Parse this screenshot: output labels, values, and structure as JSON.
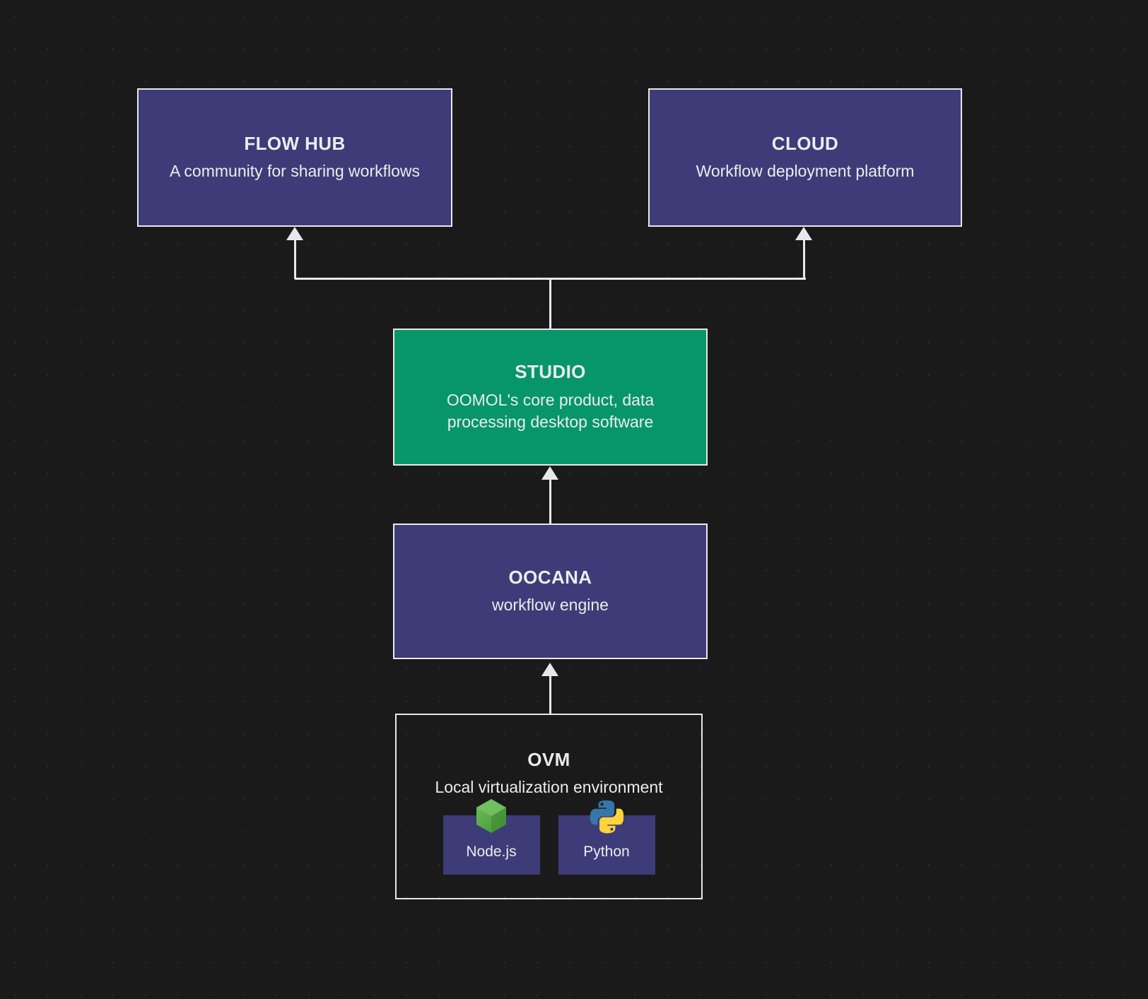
{
  "diagram": {
    "background_color": "#1a1a1a",
    "grid": "dotted",
    "nodes": [
      {
        "id": "flow-hub",
        "title": "FLOW HUB",
        "subtitle": "A community for sharing workflows",
        "color": "#3d3c78",
        "border_color": "#e8e8ec"
      },
      {
        "id": "cloud",
        "title": "CLOUD",
        "subtitle": "Workflow deployment platform",
        "color": "#3d3c78",
        "border_color": "#e8e8ec"
      },
      {
        "id": "studio",
        "title": "STUDIO",
        "subtitle": "OOMOL's core product, data processing desktop software",
        "color": "#079669",
        "border_color": "#e8e8ec"
      },
      {
        "id": "oocana",
        "title": "OOCANA",
        "subtitle": "workflow engine",
        "color": "#3d3c78",
        "border_color": "#e8e8ec"
      },
      {
        "id": "ovm",
        "title": "OVM",
        "subtitle": "Local virtualization environment",
        "color": "transparent",
        "border_color": "#e8e8ec"
      }
    ],
    "runtimes": [
      {
        "id": "nodejs",
        "label": "Node.js",
        "icon": "nodejs-hexagon-icon",
        "color": "#3d3c78",
        "icon_color": "#5fa04e"
      },
      {
        "id": "python",
        "label": "Python",
        "icon": "python-snake-icon",
        "color": "#3d3c78",
        "icon_color_primary": "#3776ab",
        "icon_color_secondary": "#ffd43b"
      }
    ],
    "edges": [
      {
        "from": "studio",
        "to": "flow-hub",
        "style": "orthogonal",
        "arrow": "up"
      },
      {
        "from": "studio",
        "to": "cloud",
        "style": "orthogonal",
        "arrow": "up"
      },
      {
        "from": "oocana",
        "to": "studio",
        "style": "straight",
        "arrow": "up"
      },
      {
        "from": "ovm",
        "to": "oocana",
        "style": "straight",
        "arrow": "up"
      }
    ]
  }
}
